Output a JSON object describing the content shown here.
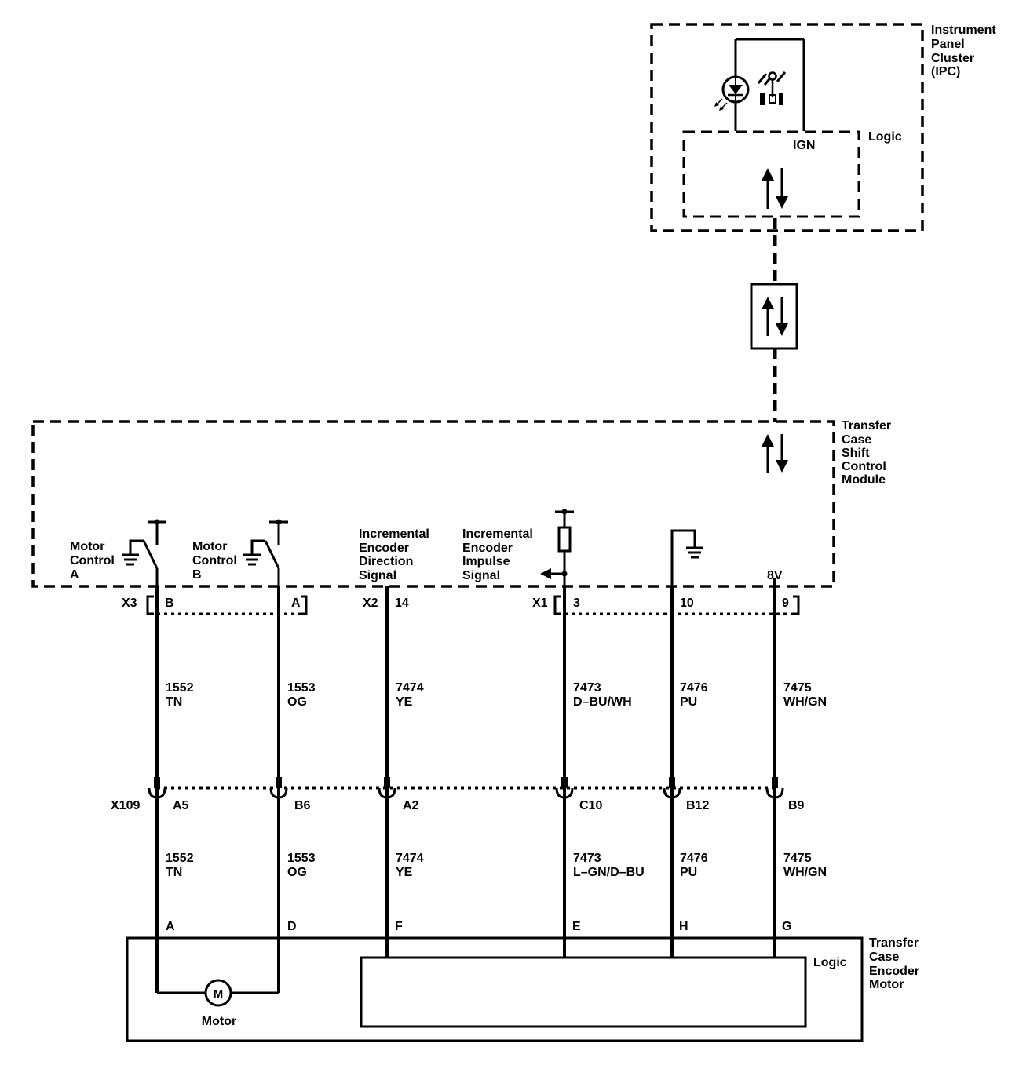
{
  "colors": {
    "ink": "#000000",
    "paper": "#ffffff"
  },
  "ipc": {
    "label_lines": [
      "Instrument",
      "Panel",
      "Cluster",
      "(IPC)"
    ],
    "logic_label": "Logic",
    "ign_label": "IGN"
  },
  "tcscm": {
    "label_lines": [
      "Transfer",
      "Case",
      "Shift",
      "Control",
      "Module"
    ],
    "motor_a_lines": [
      "Motor",
      "Control",
      "A"
    ],
    "motor_b_lines": [
      "Motor",
      "Control",
      "B"
    ],
    "direction_lines": [
      "Incremental",
      "Encoder",
      "Direction",
      "Signal"
    ],
    "impulse_lines": [
      "Incremental",
      "Encoder",
      "Impulse",
      "Signal"
    ],
    "v8_label": "8V"
  },
  "connectors": {
    "x3": {
      "name": "X3",
      "pins": [
        "B",
        "A"
      ]
    },
    "x2": {
      "name": "X2",
      "pin": "14"
    },
    "x1": {
      "name": "X1",
      "pins": [
        "3",
        "10",
        "9"
      ]
    },
    "x109": {
      "name": "X109",
      "pins": [
        "A5",
        "B6",
        "A2",
        "C10",
        "B12",
        "B9"
      ]
    }
  },
  "wires_upper": [
    {
      "circuit": "1552",
      "color": "TN"
    },
    {
      "circuit": "1553",
      "color": "OG"
    },
    {
      "circuit": "7474",
      "color": "YE"
    },
    {
      "circuit": "7473",
      "color": "D–BU/WH"
    },
    {
      "circuit": "7476",
      "color": "PU"
    },
    {
      "circuit": "7475",
      "color": "WH/GN"
    }
  ],
  "wires_lower": [
    {
      "circuit": "1552",
      "color": "TN"
    },
    {
      "circuit": "1553",
      "color": "OG"
    },
    {
      "circuit": "7474",
      "color": "YE"
    },
    {
      "circuit": "7473",
      "color": "L–GN/D–BU"
    },
    {
      "circuit": "7476",
      "color": "PU"
    },
    {
      "circuit": "7475",
      "color": "WH/GN"
    }
  ],
  "encoder": {
    "label_lines": [
      "Transfer",
      "Case",
      "Encoder",
      "Motor"
    ],
    "pins": [
      "A",
      "D",
      "F",
      "E",
      "H",
      "G"
    ],
    "logic_label": "Logic",
    "motor_symbol": "M",
    "motor_label": "Motor"
  },
  "icons": [
    "four-wheel-drive-indicator-lamp-icon",
    "led-bulb-icon",
    "ground-icon",
    "bidirectional-data-arrows-icon",
    "pull-up-resistor-icon"
  ]
}
